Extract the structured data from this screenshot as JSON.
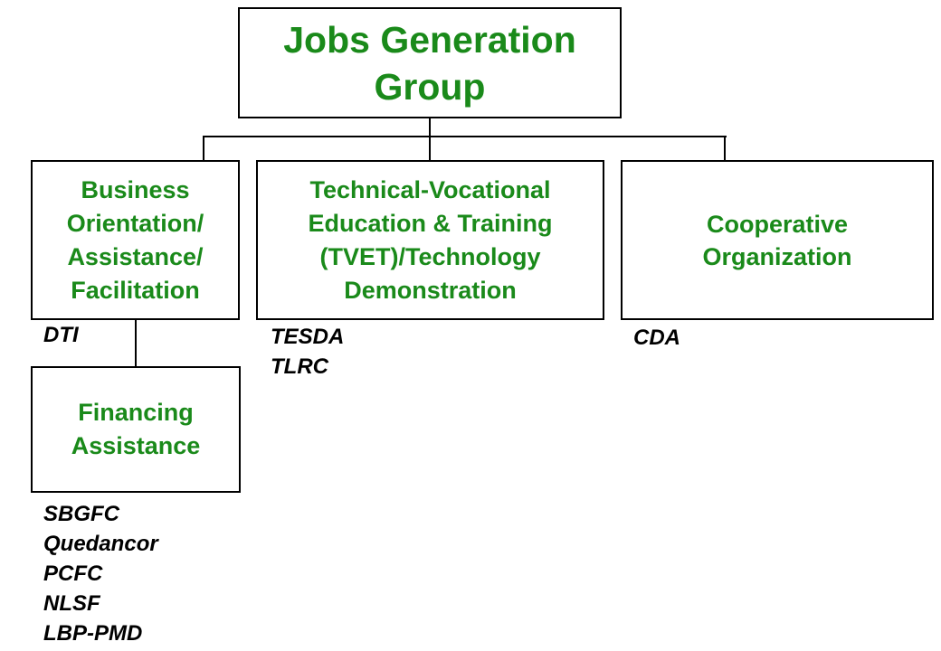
{
  "diagram": {
    "root": {
      "label": "Jobs Generation\nGroup"
    },
    "branches": [
      {
        "label": "Business\nOrientation/\nAssistance/\nFacilitation",
        "agencies": [
          "DTI"
        ]
      },
      {
        "label": "Technical-Vocational\nEducation & Training\n(TVET)/Technology\nDemonstration",
        "agencies": [
          "TESDA",
          "TLRC"
        ]
      },
      {
        "label": "Cooperative\nOrganization",
        "agencies": [
          "CDA"
        ]
      }
    ],
    "sub_branch": {
      "label": "Financing\nAssistance",
      "agencies": [
        "SBGFC",
        "Quedancor",
        "PCFC",
        "NLSF",
        "LBP-PMD"
      ]
    }
  },
  "colors": {
    "box_text": "#1a8a1a",
    "agency_text": "#000000",
    "lines": "#000000"
  }
}
